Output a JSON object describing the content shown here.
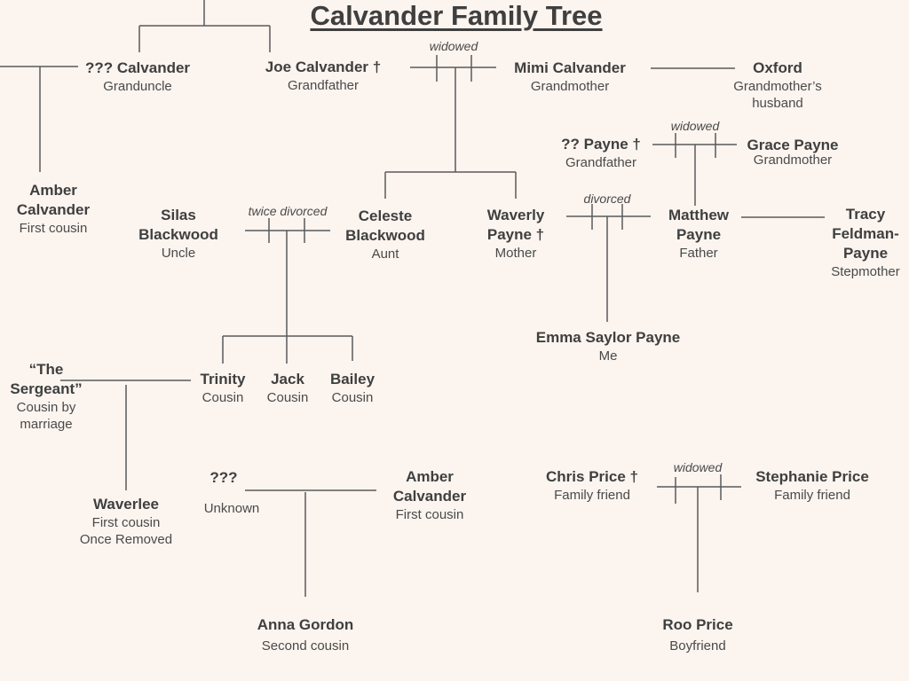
{
  "title": "Calvander Family Tree",
  "colors": {
    "background": "#fbf4ef",
    "text": "#3f3f3f",
    "lines": "#555555"
  },
  "people": {
    "granduncle": {
      "name": "??? Calvander",
      "role": "Granduncle"
    },
    "joe": {
      "name": "Joe Calvander †",
      "role": "Grandfather"
    },
    "mimi": {
      "name": "Mimi Calvander",
      "role": "Grandmother"
    },
    "oxford": {
      "name": "Oxford",
      "role_line1": "Grandmother’s",
      "role_line2": "husband"
    },
    "payne_grandfather": {
      "name": "?? Payne †",
      "role": "Grandfather"
    },
    "grace": {
      "name": "Grace Payne",
      "role": "Grandmother"
    },
    "amber_top": {
      "name_line1": "Amber",
      "name_line2": "Calvander",
      "role": "First cousin"
    },
    "silas": {
      "name_line1": "Silas",
      "name_line2": "Blackwood",
      "role": "Uncle"
    },
    "celeste": {
      "name_line1": "Celeste",
      "name_line2": "Blackwood",
      "role": "Aunt"
    },
    "waverly": {
      "name_line1": "Waverly",
      "name_line2": "Payne †",
      "role": "Mother"
    },
    "matthew": {
      "name_line1": "Matthew",
      "name_line2": "Payne",
      "role": "Father"
    },
    "tracy": {
      "name_line1": "Tracy",
      "name_line2": "Feldman-",
      "name_line3": "Payne",
      "role": "Stepmother"
    },
    "emma": {
      "name": "Emma Saylor Payne",
      "role": "Me"
    },
    "sergeant": {
      "name_line1": "“The",
      "name_line2": "Sergeant”",
      "role_line1": "Cousin by",
      "role_line2": "marriage"
    },
    "trinity": {
      "name": "Trinity",
      "role": "Cousin"
    },
    "jack": {
      "name": "Jack",
      "role": "Cousin"
    },
    "bailey": {
      "name": "Bailey",
      "role": "Cousin"
    },
    "waverlee": {
      "name": "Waverlee",
      "role_line1": "First cousin",
      "role_line2": "Once Removed"
    },
    "unknown": {
      "name": "???",
      "role": "Unknown"
    },
    "amber_bottom": {
      "name_line1": "Amber",
      "name_line2": "Calvander",
      "role": "First cousin"
    },
    "anna": {
      "name": "Anna Gordon",
      "role": "Second cousin"
    },
    "chris": {
      "name": "Chris Price †",
      "role": "Family friend"
    },
    "stephanie": {
      "name": "Stephanie Price",
      "role": "Family friend"
    },
    "roo": {
      "name": "Roo Price",
      "role": "Boyfriend"
    }
  },
  "relationship_labels": {
    "joe_mimi": "widowed",
    "payne_grace": "widowed",
    "silas_celeste": "twice divorced",
    "waverly_matthew": "divorced",
    "chris_stephanie": "widowed"
  }
}
